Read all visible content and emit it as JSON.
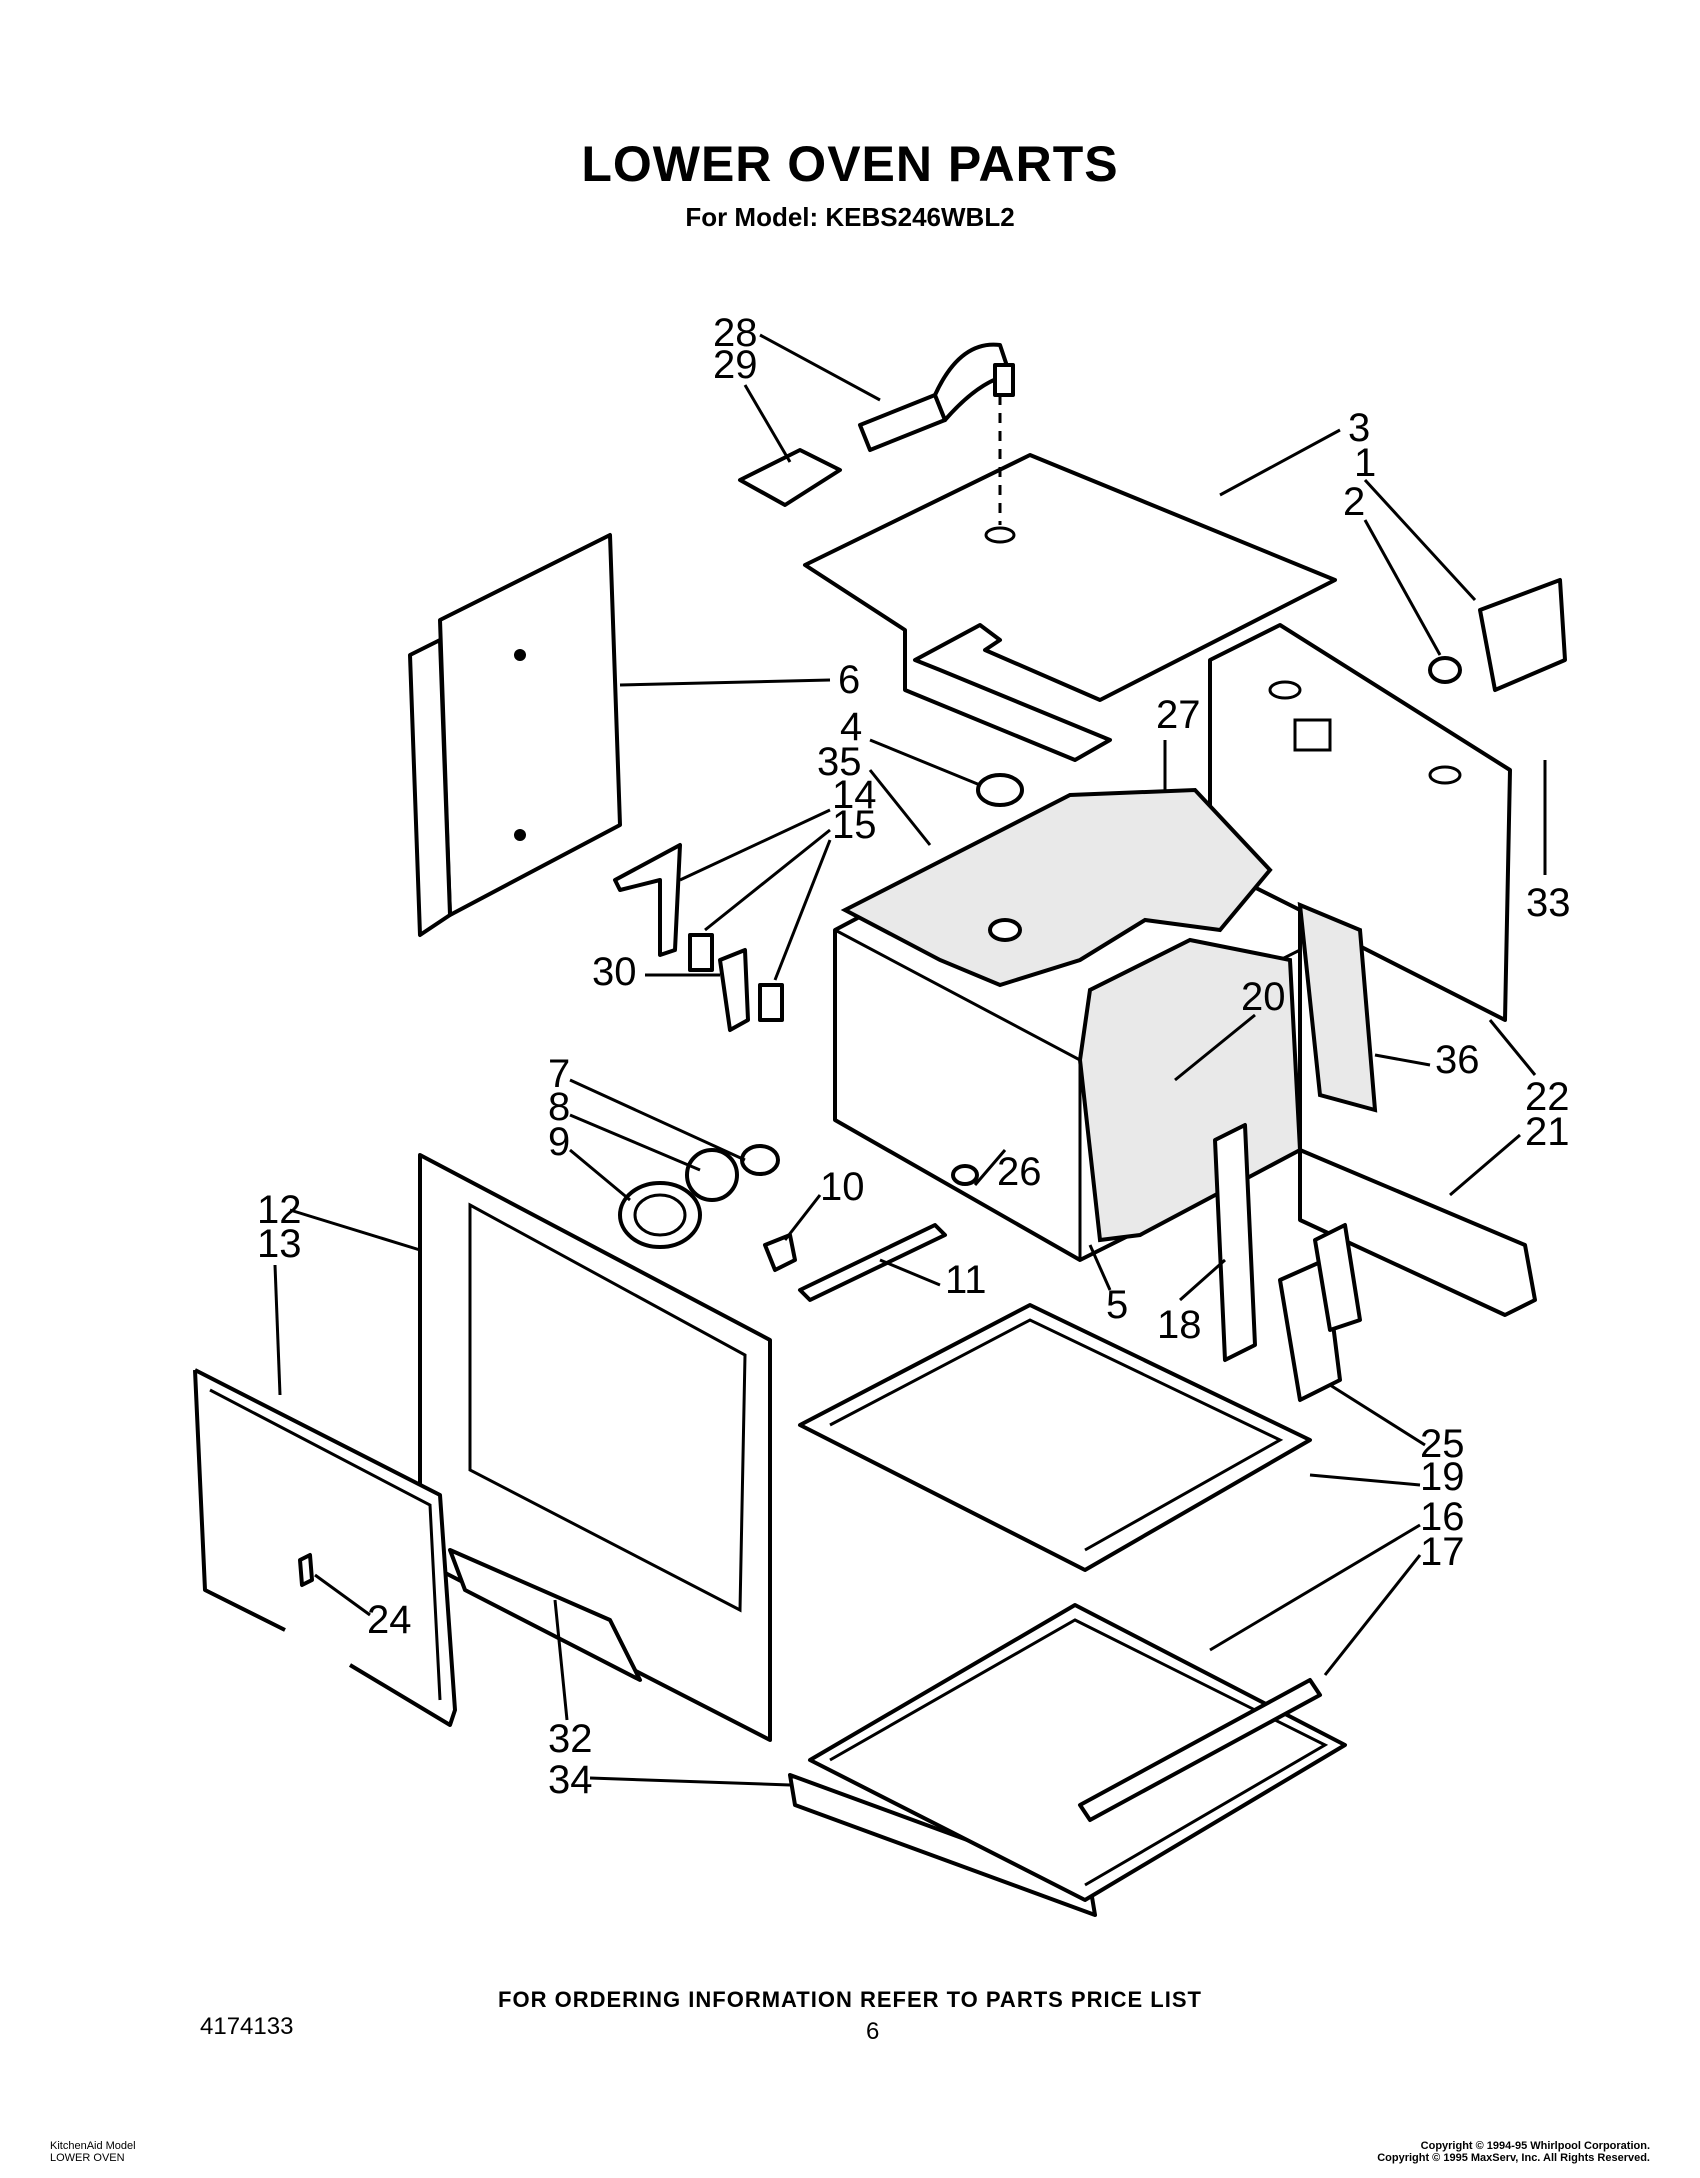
{
  "header": {
    "title": "LOWER OVEN PARTS",
    "subtitle": "For Model: KEBS246WBL2"
  },
  "callouts": [
    "28",
    "29",
    "3",
    "1",
    "2",
    "6",
    "27",
    "4",
    "35",
    "14",
    "15",
    "33",
    "30",
    "20",
    "36",
    "22",
    "21",
    "7",
    "8",
    "9",
    "26",
    "10",
    "11",
    "5",
    "18",
    "12",
    "13",
    "25",
    "19",
    "16",
    "17",
    "24",
    "32",
    "34"
  ],
  "footer": {
    "ordering_note": "FOR ORDERING INFORMATION REFER TO PARTS PRICE LIST",
    "doc_number": "4174133",
    "page_number": "6",
    "model_line": "KitchenAid Model",
    "section_line": "LOWER OVEN",
    "copyright_1": "Copyright © 1994-95 Whirlpool Corporation.",
    "copyright_2": "Copyright © 1995 MaxServ, Inc.  All Rights Reserved."
  }
}
